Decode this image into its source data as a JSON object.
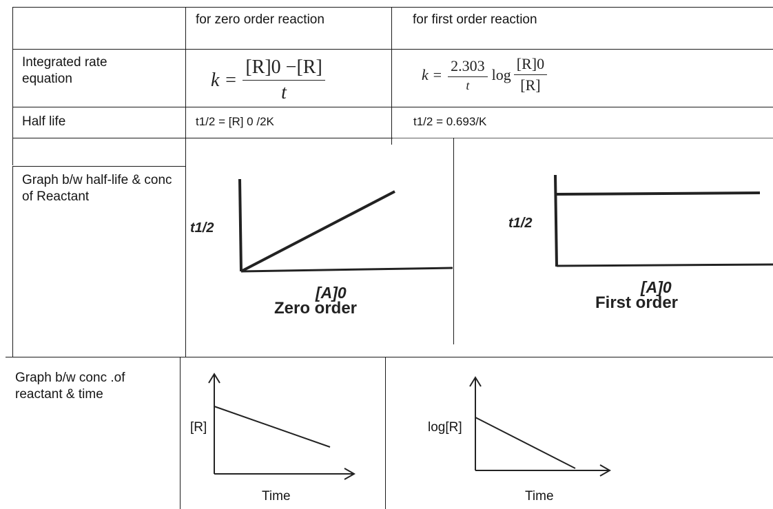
{
  "header": {
    "zero_order": "for zero order reaction",
    "first_order": "for first order reaction"
  },
  "rows": {
    "integrated_rate": {
      "label": "Integrated rate equation",
      "zero_order": {
        "lhs": "k =",
        "numerator": "[R]0 −[R]",
        "denominator": "t"
      },
      "first_order": {
        "lhs": "k =",
        "coef_num": "2.303",
        "coef_den": "t",
        "log": "log",
        "ratio_num": "[R]0",
        "ratio_den": "[R]"
      }
    },
    "half_life": {
      "label": "Half life",
      "zero_order": "t1/2 = [R] 0 /2K",
      "first_order": "t1/2 = 0.693/K"
    },
    "graph_half_life": {
      "label": "Graph b/w half-life & conc of Reactant",
      "zero_order": {
        "ylabel": "t1/2",
        "xlabel": "[A]0",
        "caption": "Zero order"
      },
      "first_order": {
        "ylabel": "t1/2",
        "xlabel": "[A]0",
        "caption": "First order"
      }
    },
    "graph_conc_time": {
      "label": "Graph b/w conc .of reactant & time",
      "zero_order": {
        "ylabel": "[R]",
        "xlabel": "Time"
      },
      "first_order": {
        "ylabel": "log[R]",
        "xlabel": "Time"
      }
    }
  }
}
